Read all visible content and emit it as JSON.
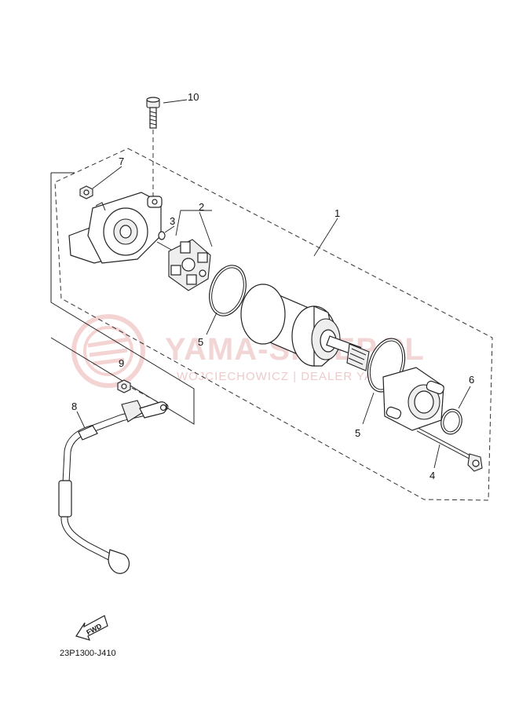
{
  "watermark": {
    "main": "YAMA-SKLEP.PL",
    "sub": "WOJCIECHOWICZ | DEALER YAMAHA"
  },
  "callouts": [
    "1",
    "2",
    "3",
    "4",
    "5",
    "5",
    "6",
    "7",
    "8",
    "9",
    "10"
  ],
  "fwd_label": "FWD",
  "diagram_code": "23P1300-J410",
  "colors": {
    "line": "#222222",
    "watermark": "#e8b4b4",
    "background": "#ffffff"
  }
}
